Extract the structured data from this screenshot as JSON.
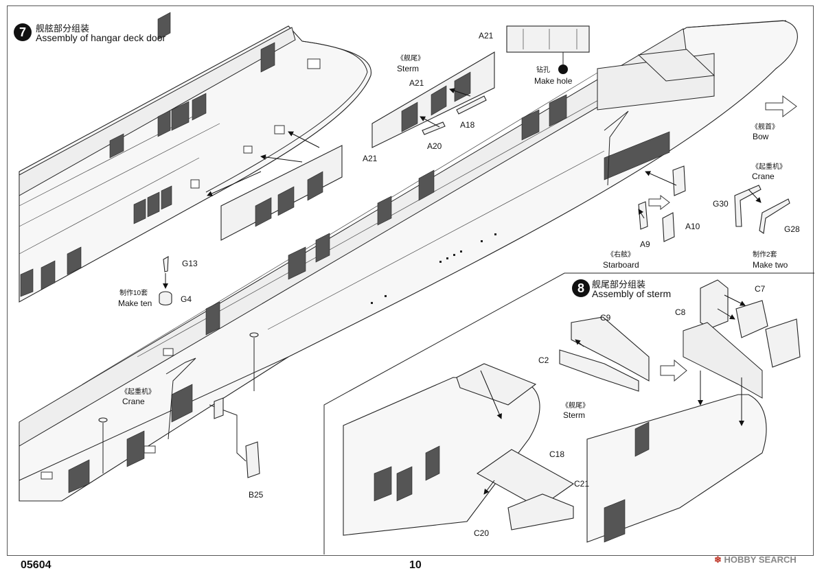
{
  "step7": {
    "number": "7",
    "title_cn": "舰舷部分组装",
    "title_en": "Assembly of hangar deck door"
  },
  "step8": {
    "number": "8",
    "title_cn": "舰尾部分组装",
    "title_en": "Assembly of sterm"
  },
  "labels": {
    "a21_top": "A21",
    "zuan_cn": "钻孔",
    "make_hole": "Make hole",
    "stern_cn_top": "《舰尾》",
    "stern_en_top": "Sterm",
    "a21_mid": "A21",
    "a18": "A18",
    "a20": "A20",
    "a21_left": "A21",
    "bow_cn": "《舰首》",
    "bow_en": "Bow",
    "crane_cn_right": "《起重机》",
    "crane_en_right": "Crane",
    "g30": "G30",
    "g28": "G28",
    "make_two_cn": "制作2套",
    "make_two_en": "Make two",
    "a10": "A10",
    "a9": "A9",
    "starboard_cn": "《右舷》",
    "starboard_en": "Starboard",
    "g13": "G13",
    "g4": "G4",
    "make_ten_cn": "制作10套",
    "make_ten_en": "Make ten",
    "crane_cn_left": "《起重机》",
    "crane_en_left": "Crane",
    "b25": "B25",
    "c7": "C7",
    "c8": "C8",
    "c9": "C9",
    "c2": "C2",
    "stern_cn_bottom": "《舰尾》",
    "stern_en_bottom": "Sterm",
    "c18": "C18",
    "c21": "C21",
    "c20": "C20"
  },
  "footer": {
    "code": "05604",
    "page": "10",
    "watermark": "HOBBY SEARCH"
  }
}
